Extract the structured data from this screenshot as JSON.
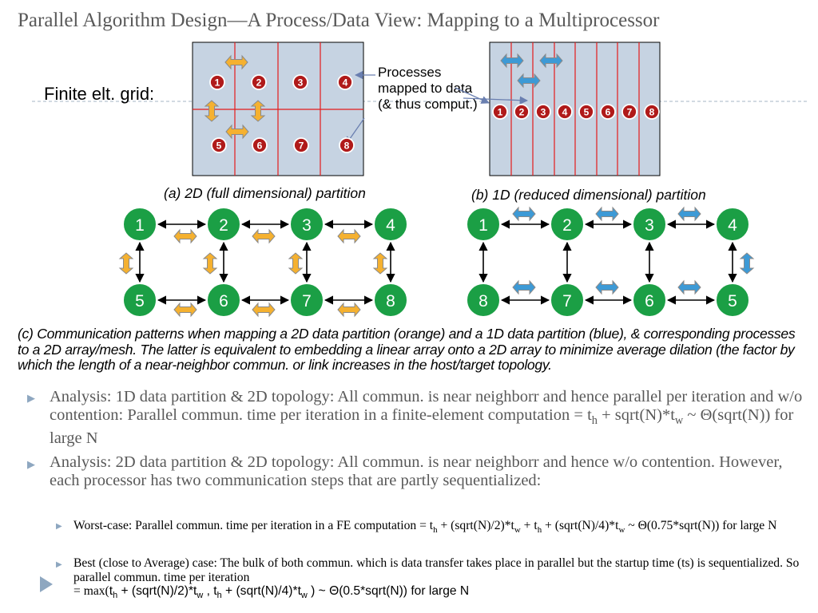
{
  "title": "Parallel Algorithm Design—A Process/Data View: Mapping to a Multiprocessor",
  "finite_label": "Finite elt. grid:",
  "annotation": [
    "Processes",
    "mapped to  data",
    "(& thus comput.)"
  ],
  "caption_a": "(a) 2D (full dimensional) partition",
  "caption_b": "(b) 1D (reduced dimensional) partition",
  "grid2d_procs": [
    "1",
    "2",
    "3",
    "4",
    "5",
    "6",
    "7",
    "8"
  ],
  "grid1d_procs": [
    "1",
    "2",
    "3",
    "4",
    "5",
    "6",
    "7",
    "8"
  ],
  "mesh_a": {
    "top": [
      "1",
      "2",
      "3",
      "4"
    ],
    "bottom": [
      "5",
      "6",
      "7",
      "8"
    ]
  },
  "mesh_b": {
    "top": [
      "1",
      "2",
      "3",
      "4"
    ],
    "bottom": [
      "8",
      "7",
      "6",
      "5"
    ]
  },
  "colors": {
    "orange": "#f5b130",
    "blue": "#3d9ad6",
    "node_green": "#1b9f45",
    "proc_red": "#b01a1a",
    "grid_fill": "#c6d3e2"
  },
  "caption_c": "(c) Communication patterns when mapping a 2D data partition (orange) and a 1D data partition (blue), & corresponding processes to a 2D array/mesh. The latter is equivalent to embedding a linear array onto a 2D array to minimize average dilation (the factor by which the length of a near-neighbor commun. or link increases in the host/target topology.",
  "bullet1": {
    "text": "Analysis: 1D data partition & 2D topology: All commun. is near neighborr and hence parallel per iteration and w/o contention: Parallel commun. time per iteration in a finite-element computation = ",
    "tail": "  ~ Θ(sqrt(N)) for large N"
  },
  "bullet2": "Analysis: 2D data partition & 2D topology: All commun. is near neighborr and hence w/o contention. However, each processor has two communication steps that are partly sequentialized:",
  "sub1": {
    "head": "Worst-case: Parallel commun. time per iteration in a FE computation = ",
    "mid": " + (sqrt(N)/2)*",
    "mid2": "  + ",
    "mid3": " + (sqrt(N)/4)*",
    "tail": "  ~ Θ(0.75*sqrt(N)) for large N"
  },
  "sub2": {
    "text": "Best (close to Average) case: The bulk of both commun. which is data transfer takes place in parallel but the startup time (ts) is sequentialized.  So parallel commun. time per iteration",
    "formula_lead": "= max(",
    "f1": " + (sqrt(N)/2)*",
    "f2": " , ",
    "f3": " + (sqrt(N)/4)*",
    "tail": " ) ~ Θ(0.5*sqrt(N)) for large N"
  },
  "sym": {
    "t": "t",
    "h": "h",
    "w": "w"
  }
}
